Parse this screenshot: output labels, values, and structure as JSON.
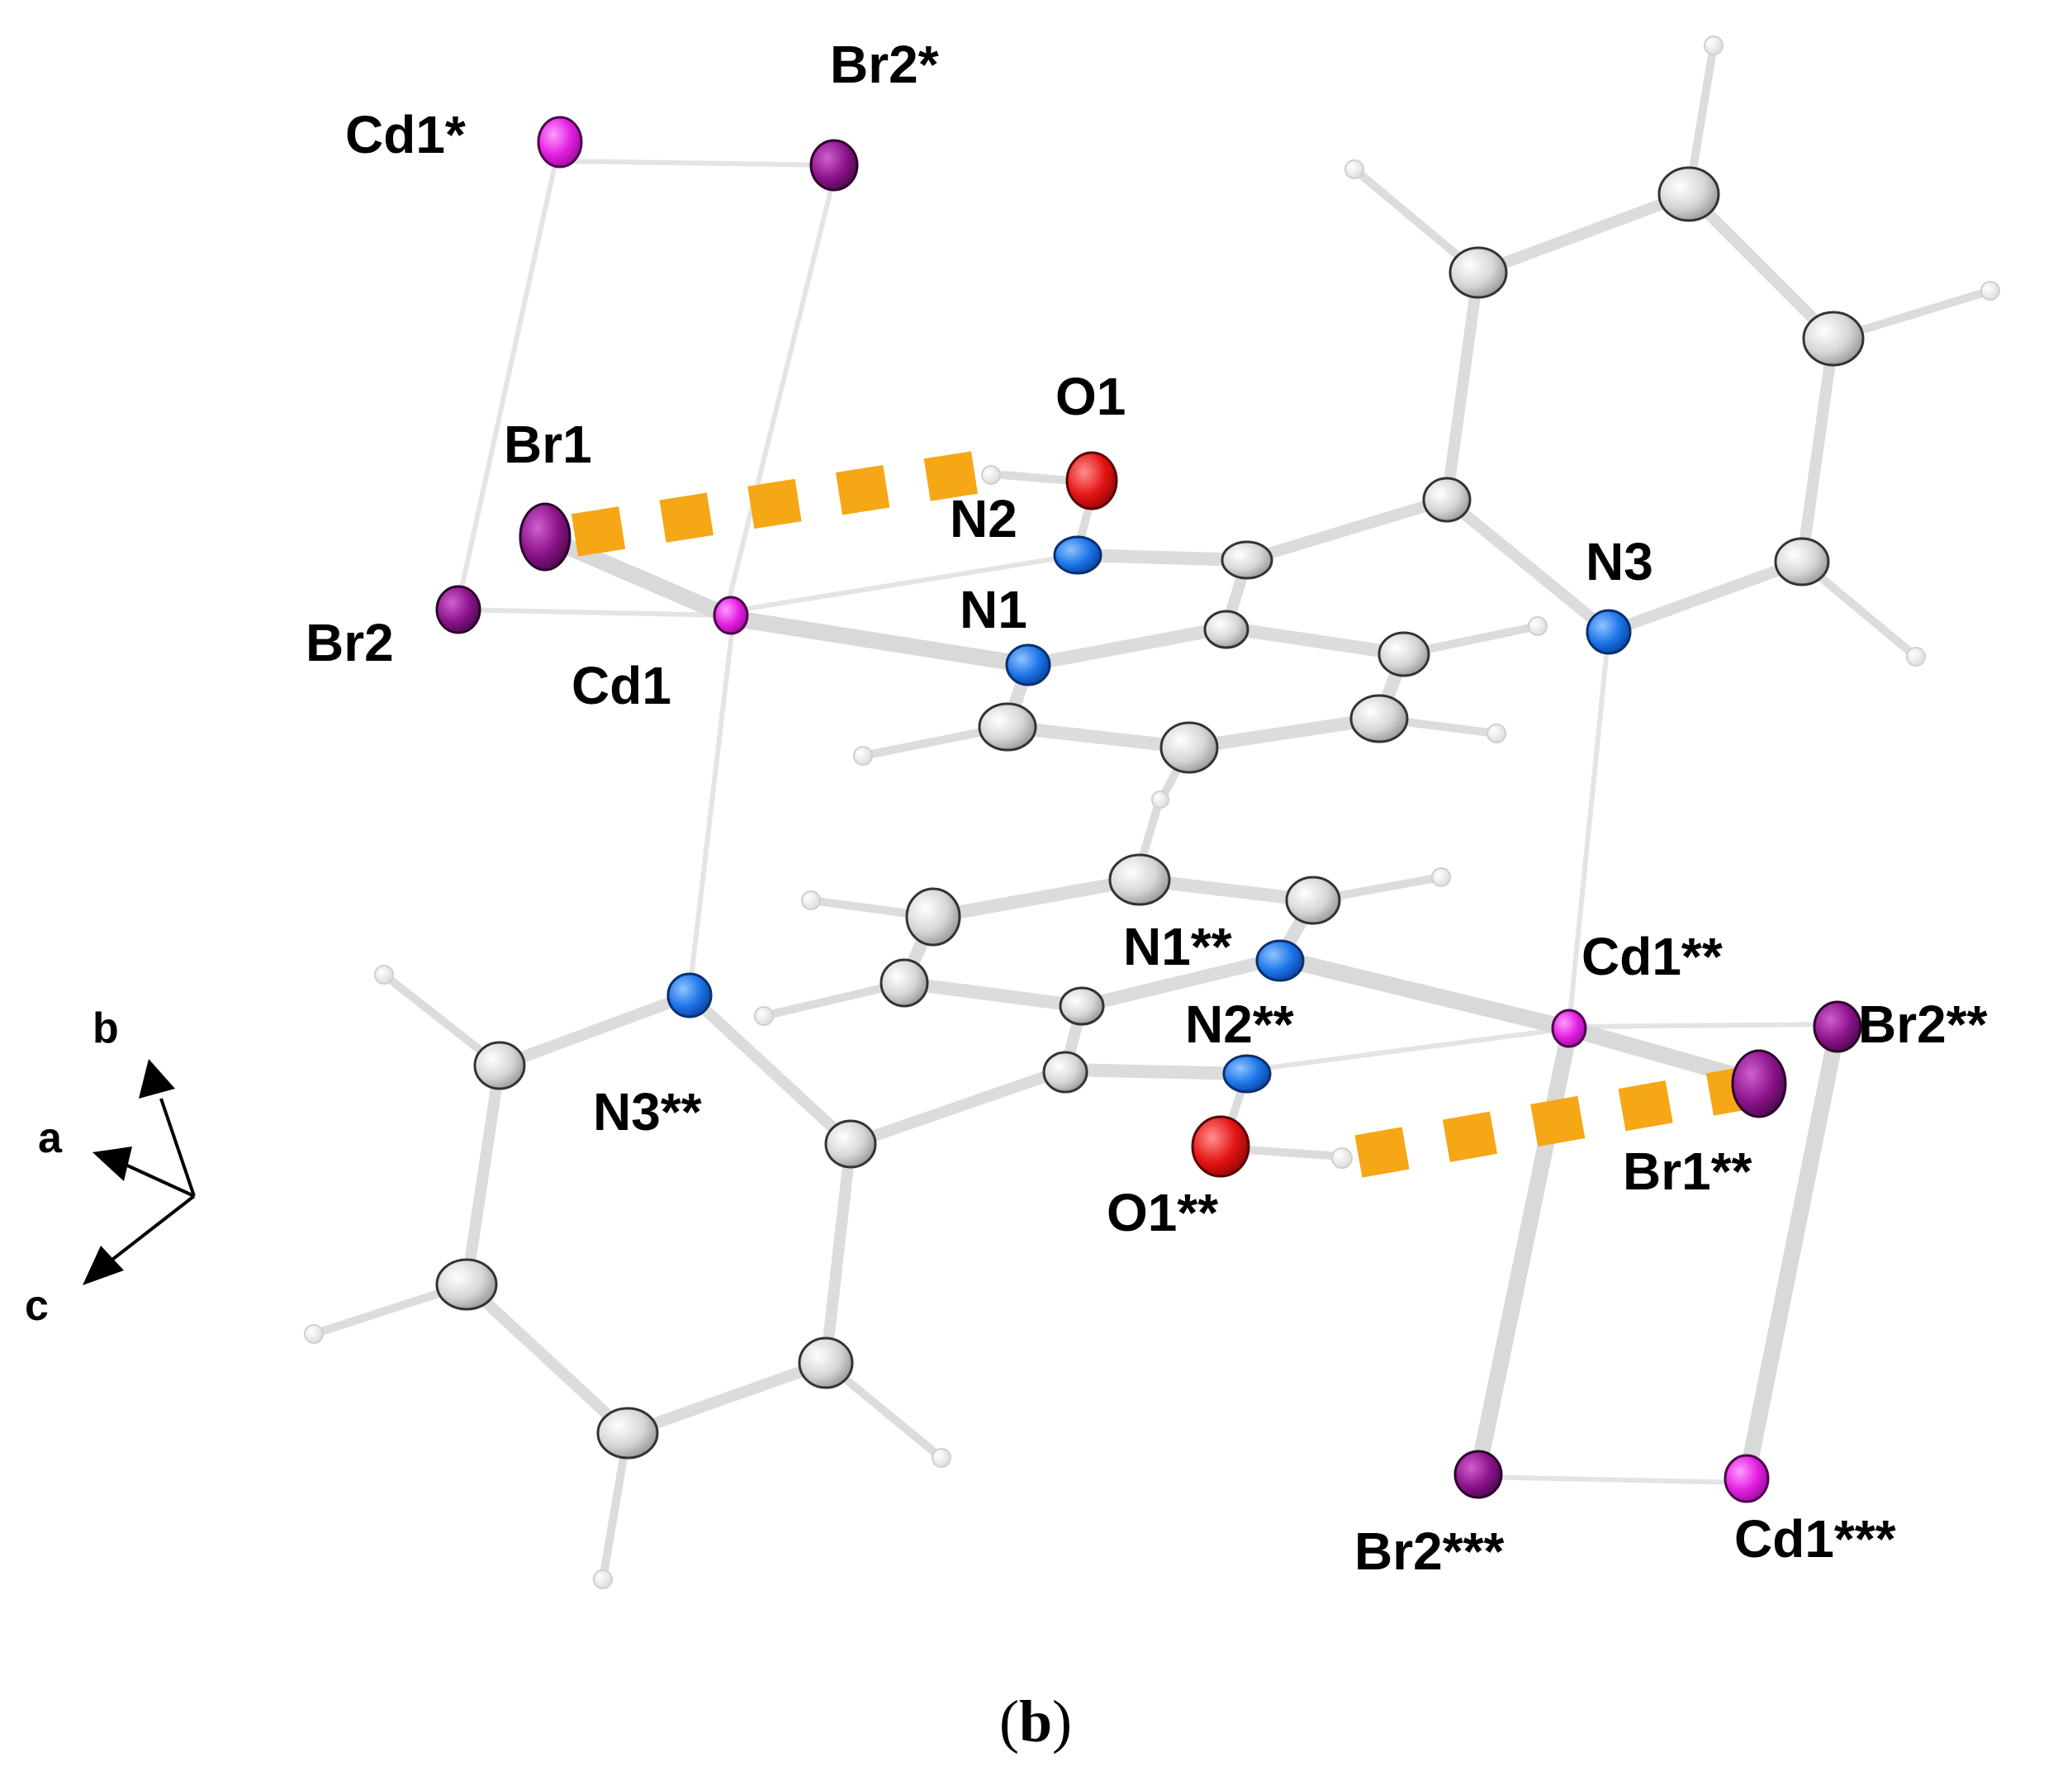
{
  "figure": {
    "panel_label": {
      "open": "(",
      "letter": "b",
      "close": ")"
    },
    "colors": {
      "cadmium": "#e21ee0",
      "bromine": "#8c138c",
      "nitrogen": "#1c74e8",
      "oxygen": "#e41414",
      "carbon": "#d6d6d6",
      "hydrogen": "#ffffff",
      "bond": "#dcdcdc",
      "hydrogen_bond": "#f6a716"
    },
    "atoms": {
      "cd1": "Cd1",
      "cd1_star": "Cd1*",
      "cd1_2star": "Cd1**",
      "cd1_3star": "Cd1***",
      "br1": "Br1",
      "br1_2star": "Br1**",
      "br2": "Br2",
      "br2_star": "Br2*",
      "br2_2star": "Br2**",
      "br2_3star": "Br2***",
      "n1": "N1",
      "n1_2star": "N1**",
      "n2": "N2",
      "n2_2star": "N2**",
      "n3": "N3",
      "n3_2star": "N3**",
      "o1": "O1",
      "o1_2star": "O1**"
    },
    "axes": {
      "a": "a",
      "b": "b",
      "c": "c"
    }
  }
}
